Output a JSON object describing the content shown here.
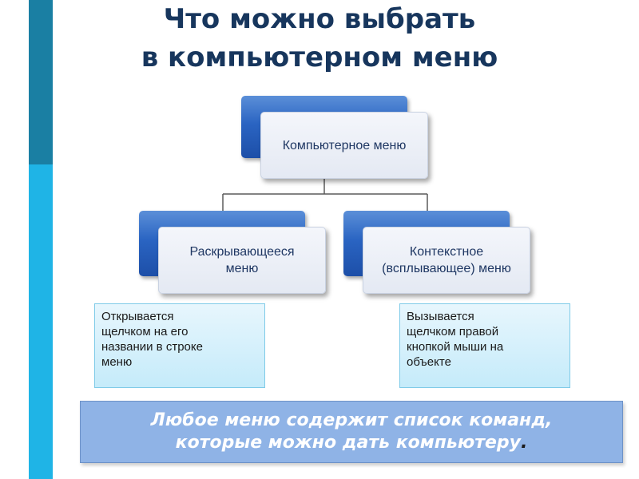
{
  "title": {
    "line1": "Что можно выбрать",
    "line2": "в компьютерном меню"
  },
  "diagram": {
    "root": "Компьютерное меню",
    "children": [
      {
        "label_line1": "Раскрывающееся",
        "label_line2": "меню",
        "description": [
          "Открывается",
          "щелчком на его",
          "названии в строке",
          "меню"
        ]
      },
      {
        "label_line1": "Контекстное",
        "label_line2": "(всплывающее) меню",
        "description": [
          "Вызывается",
          "щелчком правой",
          "кнопкой мыши на",
          "объекте"
        ]
      }
    ]
  },
  "banner": {
    "line1": "Любое меню содержит список команд,",
    "line2": "которые можно дать компьютеру",
    "end": "."
  },
  "colors": {
    "title": "#17365d",
    "node_back": "#2a64c2",
    "node_front": "#e9edf5",
    "desc_box": "#d5f0fb",
    "banner": "#8fb3e6"
  }
}
